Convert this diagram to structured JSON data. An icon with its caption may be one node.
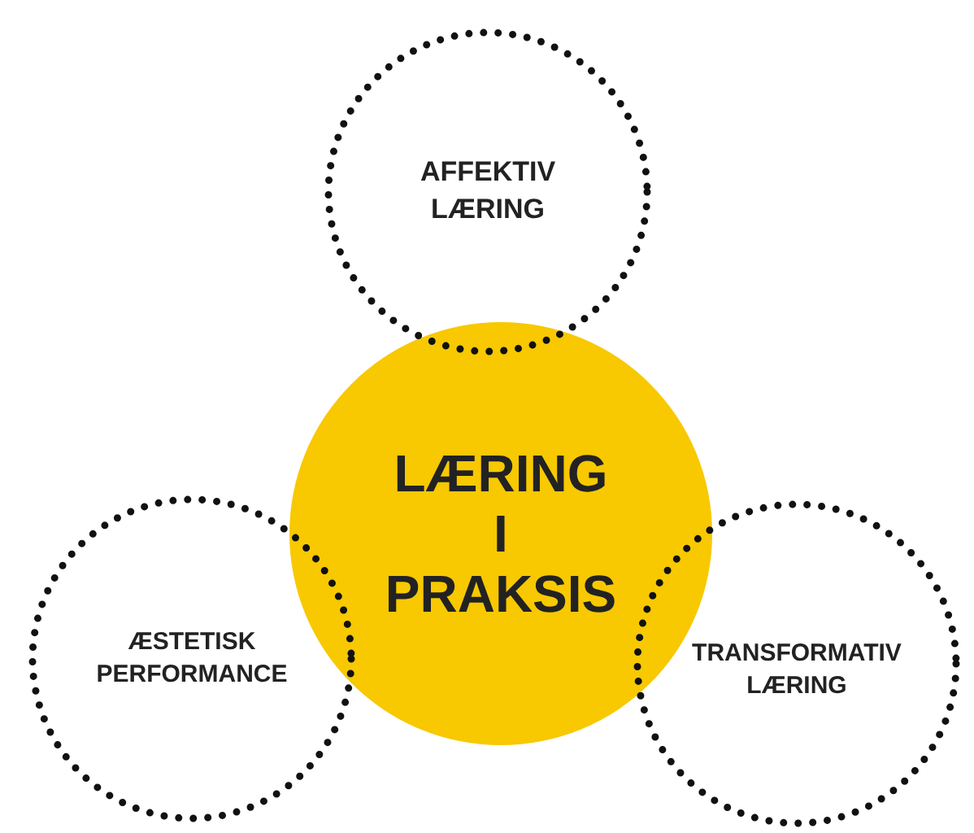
{
  "diagram": {
    "nodes": [
      {
        "text": [
          "LÆRING I PRAKSIS"
        ]
      },
      {
        "text": [
          "AFFEKTIV LÆRING"
        ]
      },
      {
        "text": [
          "ÆSTETISK PERFORMANCE"
        ]
      },
      {
        "text": [
          "TRANSFORMATIV LÆRING"
        ]
      }
    ]
  }
}
